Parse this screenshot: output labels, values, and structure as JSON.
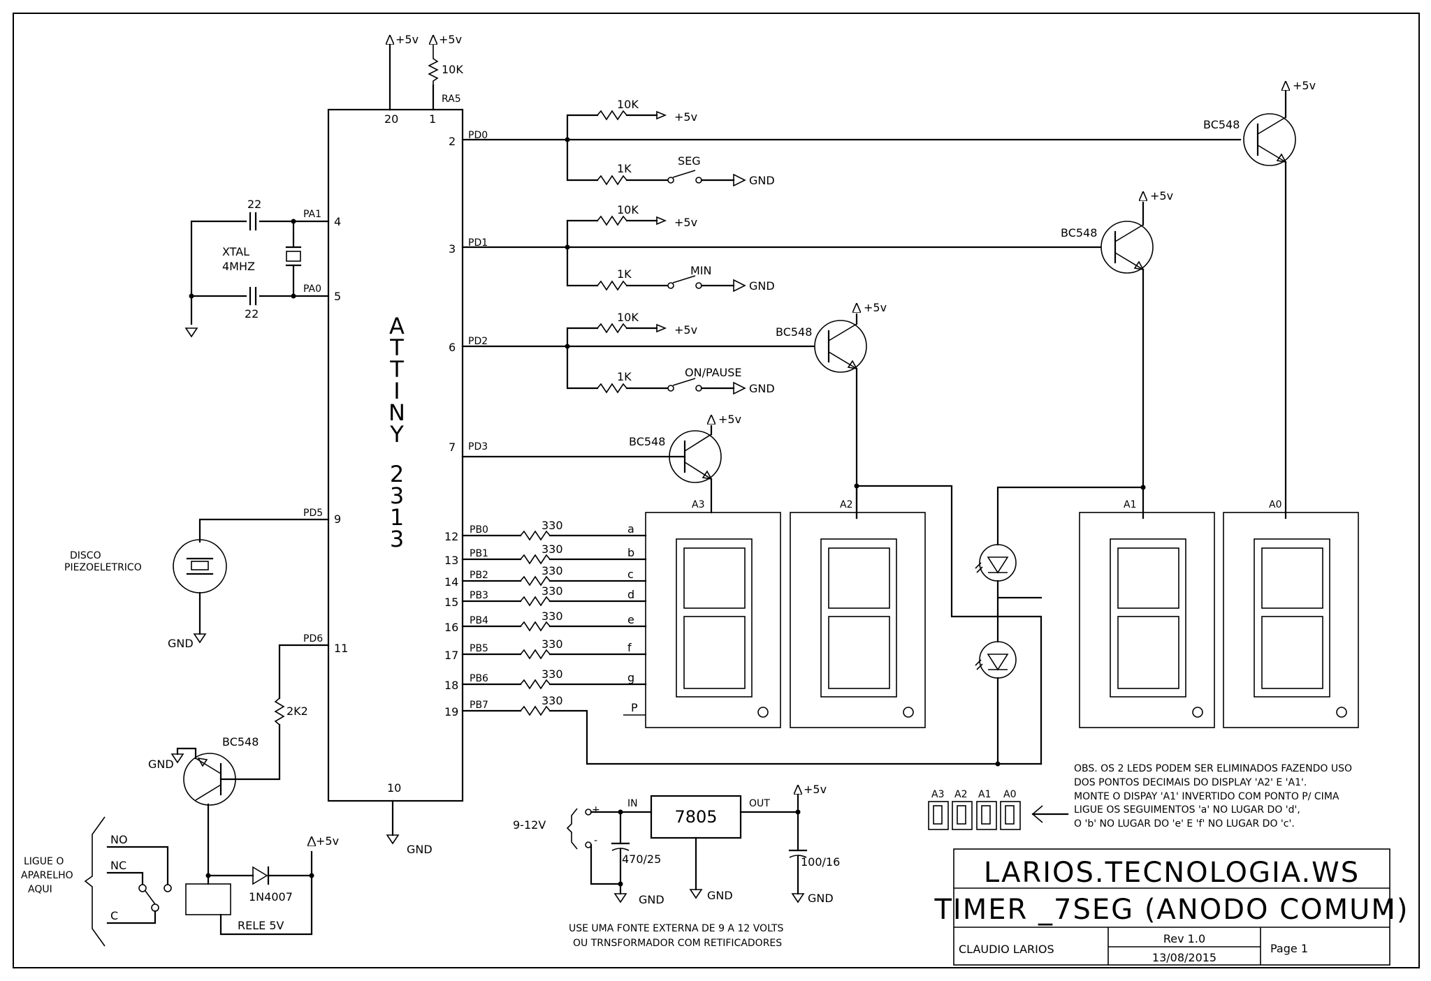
{
  "power": {
    "vcc": "+5v",
    "gnd": "GND"
  },
  "mcu": {
    "name_chars": [
      "A",
      "T",
      "T",
      "I",
      "N",
      "Y",
      "2",
      "3",
      "1",
      "3"
    ],
    "top_pins": {
      "vcc": "20",
      "reset": "1"
    },
    "bottom_pin": "10",
    "reset_label": "RA5",
    "reset_resistor": "10K",
    "pins": [
      {
        "num": "2",
        "name": "PD0"
      },
      {
        "num": "3",
        "name": "PD1"
      },
      {
        "num": "6",
        "name": "PD2"
      },
      {
        "num": "7",
        "name": "PD3"
      },
      {
        "num": "4",
        "name": "PA1"
      },
      {
        "num": "5",
        "name": "PA0"
      },
      {
        "num": "9",
        "name": "PD5"
      },
      {
        "num": "11",
        "name": "PD6"
      }
    ]
  },
  "crystal": {
    "line1": "XTAL",
    "line2": "4MHZ",
    "cap": "22"
  },
  "buttons": [
    {
      "pullup": "10K",
      "series": "1K",
      "label": "SEG"
    },
    {
      "pullup": "10K",
      "series": "1K",
      "label": "MIN"
    },
    {
      "pullup": "10K",
      "series": "1K",
      "label": "ON/PAUSE"
    }
  ],
  "transistor": "BC548",
  "segment_rows": [
    {
      "pin": "12",
      "port": "PB0",
      "res": "330",
      "seg": "a"
    },
    {
      "pin": "13",
      "port": "PB1",
      "res": "330",
      "seg": "b"
    },
    {
      "pin": "14",
      "port": "PB2",
      "res": "330",
      "seg": "c"
    },
    {
      "pin": "15",
      "port": "PB3",
      "res": "330",
      "seg": "d"
    },
    {
      "pin": "16",
      "port": "PB4",
      "res": "330",
      "seg": "e"
    },
    {
      "pin": "17",
      "port": "PB5",
      "res": "330",
      "seg": "f"
    },
    {
      "pin": "18",
      "port": "PB6",
      "res": "330",
      "seg": "g"
    },
    {
      "pin": "19",
      "port": "PB7",
      "res": "330",
      "seg": "P"
    }
  ],
  "displays": [
    "A3",
    "A2",
    "A1",
    "A0"
  ],
  "buzzer": {
    "line1": "DISCO",
    "line2": "PIEZOELETRICO"
  },
  "relay": {
    "base_res": "2K2",
    "diode": "1N4007",
    "label": "RELE 5V",
    "no": "NO",
    "nc": "NC",
    "c": "C",
    "note": [
      "LIGUE O",
      "APARELHO",
      "AQUI"
    ]
  },
  "supply": {
    "input": "9-12V",
    "reg": "7805",
    "in_label": "IN",
    "out_label": "OUT",
    "cap_in": "470/25",
    "cap_out": "100/16",
    "note": [
      "USE UMA FONTE EXTERNA DE 9 A 12 VOLTS",
      "OU TRNSFORMADOR COM RETIFICADORES"
    ]
  },
  "obs": [
    "OBS. OS 2 LEDS PODEM SER ELIMINADOS FAZENDO USO",
    "DOS PONTOS DECIMAIS DO DISPLAY 'A2' E 'A1'.",
    "MONTE O DISPAY 'A1' INVERTIDO COM PONTO P/ CIMA",
    "LIGUE OS SEGUIMENTOS 'a' NO LUGAR DO 'd',",
    "O 'b' NO LUGAR DO 'e' E 'f' NO LUGAR DO 'c'."
  ],
  "title_block": {
    "site": "LARIOS.TECNOLOGIA.WS",
    "title": "TIMER _7SEG (ANODO COMUM)",
    "author": "CLAUDIO LARIOS",
    "rev": "Rev 1.0",
    "date": "13/08/2015",
    "page": "Page 1"
  }
}
